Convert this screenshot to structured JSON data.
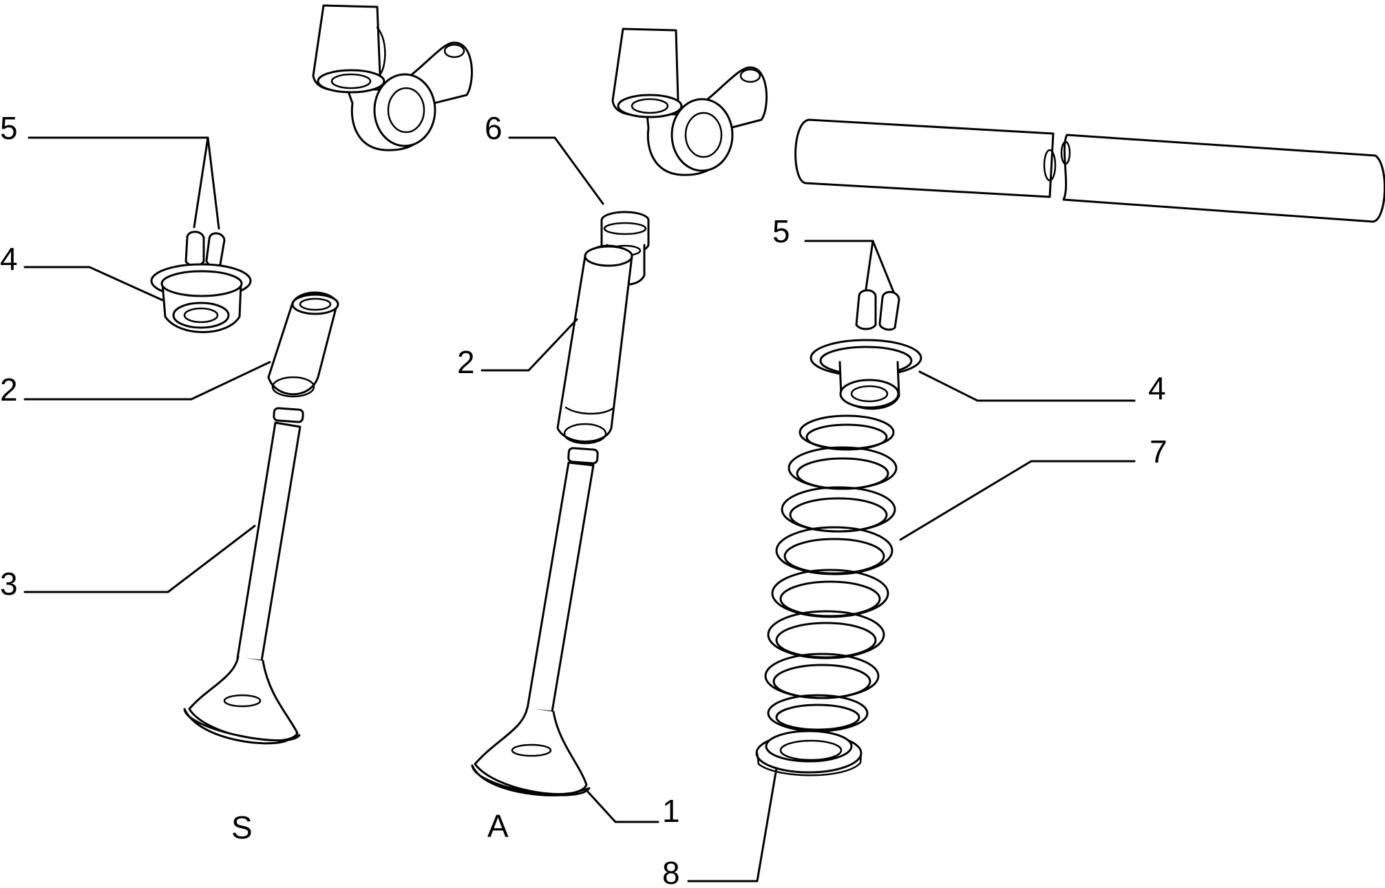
{
  "callouts": {
    "c1": "1",
    "c2_left": "2",
    "c2_mid": "2",
    "c3": "3",
    "c4_left": "4",
    "c4_right": "4",
    "c5_left": "5",
    "c5_right": "5",
    "c6": "6",
    "c7": "7",
    "c8": "8"
  },
  "valve_labels": {
    "exhaust": "S",
    "intake": "A"
  },
  "colors": {
    "line": "#000000",
    "background": "#ffffff"
  }
}
